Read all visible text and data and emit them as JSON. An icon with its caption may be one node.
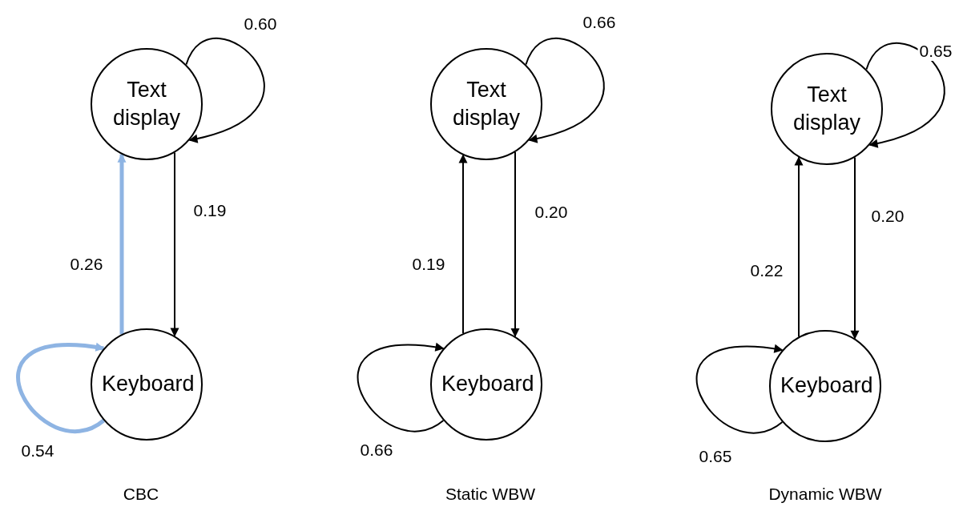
{
  "diagram": {
    "nodes": [
      {
        "text": [
          "Text display"
        ]
      },
      {
        "text": [
          "Keyboard"
        ]
      },
      {
        "text": [
          "Text display"
        ]
      },
      {
        "text": [
          "Keyboard"
        ]
      },
      {
        "text": [
          "Text display"
        ]
      },
      {
        "text": [
          "Keyboard"
        ]
      }
    ],
    "edges": [
      {
        "from": 0,
        "to": 0,
        "arrow": "to",
        "label": "0.60"
      },
      {
        "from": 0,
        "to": 1,
        "arrow": "to",
        "label": "0.19"
      },
      {
        "from": 1,
        "to": 0,
        "arrow": "to",
        "label": "0.26",
        "style": "thick",
        "color": "#8eb4e3"
      },
      {
        "from": 1,
        "to": 1,
        "arrow": "to",
        "label": "0.54",
        "style": "thick",
        "color": "#8eb4e3"
      },
      {
        "from": 2,
        "to": 2,
        "arrow": "to",
        "label": "0.66"
      },
      {
        "from": 2,
        "to": 3,
        "arrow": "to",
        "label": "0.20"
      },
      {
        "from": 3,
        "to": 2,
        "arrow": "to",
        "label": "0.19"
      },
      {
        "from": 3,
        "to": 3,
        "arrow": "to",
        "label": "0.66"
      },
      {
        "from": 4,
        "to": 4,
        "arrow": "to",
        "label": "0.65"
      },
      {
        "from": 4,
        "to": 5,
        "arrow": "to",
        "label": "0.20"
      },
      {
        "from": 5,
        "to": 4,
        "arrow": "to",
        "label": "0.22"
      },
      {
        "from": 5,
        "to": 5,
        "arrow": "to",
        "label": "0.65"
      }
    ],
    "labels": [
      "CBC",
      "Static WBW",
      "Dynamic WBW"
    ]
  }
}
